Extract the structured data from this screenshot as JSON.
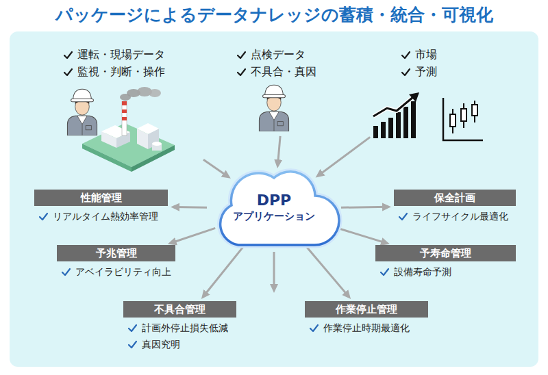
{
  "diagram": {
    "title": "パッケージによるデータナレッジの蓄積・統合・可視化",
    "nodes": [
      {
        "text": [
          "運転・現場データ",
          "監視・判断・操作"
        ]
      },
      {
        "text": [
          "点検データ",
          "不具合・真因"
        ]
      },
      {
        "text": [
          "市場",
          "予測"
        ]
      },
      {
        "text": [
          "DPP",
          "アプリケーション"
        ]
      },
      {
        "text": [
          "性能管理",
          "リアルタイム熱効率管理"
        ]
      },
      {
        "text": [
          "保全計画",
          "ライフサイクル最適化"
        ]
      },
      {
        "text": [
          "予兆管理",
          "アベイラビリティ向上"
        ]
      },
      {
        "text": [
          "予寿命管理",
          "設備寿命予測"
        ]
      },
      {
        "text": [
          "不具合管理",
          "計画外停止損失低減",
          "真因究明"
        ]
      },
      {
        "text": [
          "作業停止管理",
          "作業停止時期最適化"
        ]
      }
    ],
    "edges": [
      {
        "from": 0,
        "to": 3,
        "arrow": "to"
      },
      {
        "from": 1,
        "to": 3,
        "arrow": "to"
      },
      {
        "from": 2,
        "to": 3,
        "arrow": "to"
      },
      {
        "from": 3,
        "to": 4,
        "arrow": "to"
      },
      {
        "from": 3,
        "to": 5,
        "arrow": "to"
      },
      {
        "from": 3,
        "to": 6,
        "arrow": "to"
      },
      {
        "from": 3,
        "to": 7,
        "arrow": "to"
      },
      {
        "from": 3,
        "to": 8,
        "arrow": "to"
      },
      {
        "from": 3,
        "to": 9,
        "arrow": "to"
      }
    ]
  }
}
